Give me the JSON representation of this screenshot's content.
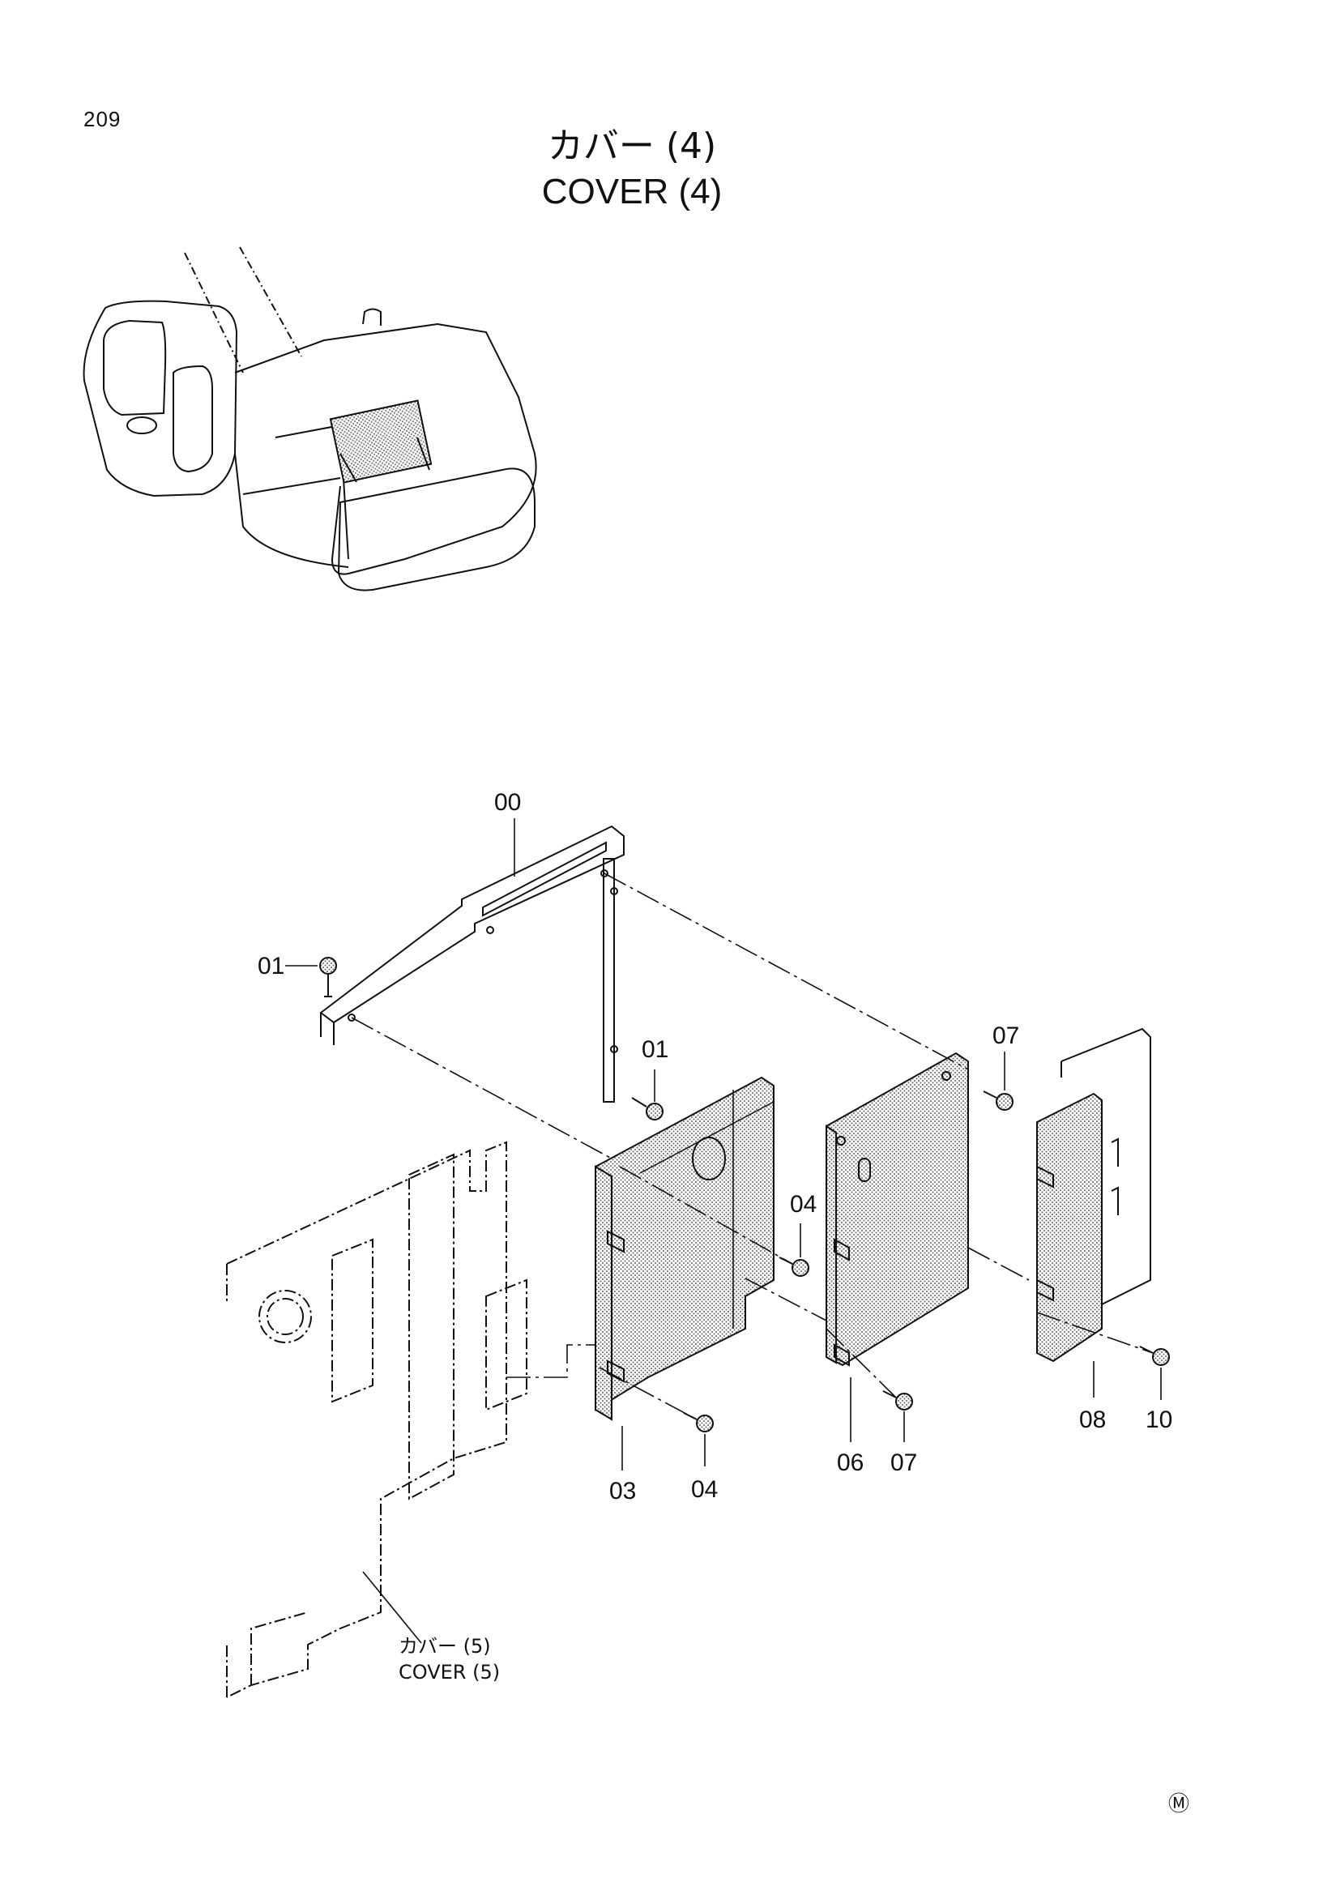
{
  "page": {
    "number": "209"
  },
  "title": {
    "jp": "カバー (4)",
    "en": "COVER (4)"
  },
  "callouts": [
    {
      "id": "c00",
      "text": "00"
    },
    {
      "id": "c01a",
      "text": "01"
    },
    {
      "id": "c01b",
      "text": "01"
    },
    {
      "id": "c03",
      "text": "03"
    },
    {
      "id": "c04a",
      "text": "04"
    },
    {
      "id": "c04b",
      "text": "04"
    },
    {
      "id": "c06",
      "text": "06"
    },
    {
      "id": "c07a",
      "text": "07"
    },
    {
      "id": "c07b",
      "text": "07"
    },
    {
      "id": "c08",
      "text": "08"
    },
    {
      "id": "c10",
      "text": "10"
    }
  ],
  "reference": {
    "jp": "カバー (5)",
    "en": "COVER (5)"
  },
  "mark": "Ⓜ",
  "colors": {
    "line": "#111111",
    "hatch": "#b5b5b5",
    "paper": "#ffffff"
  }
}
